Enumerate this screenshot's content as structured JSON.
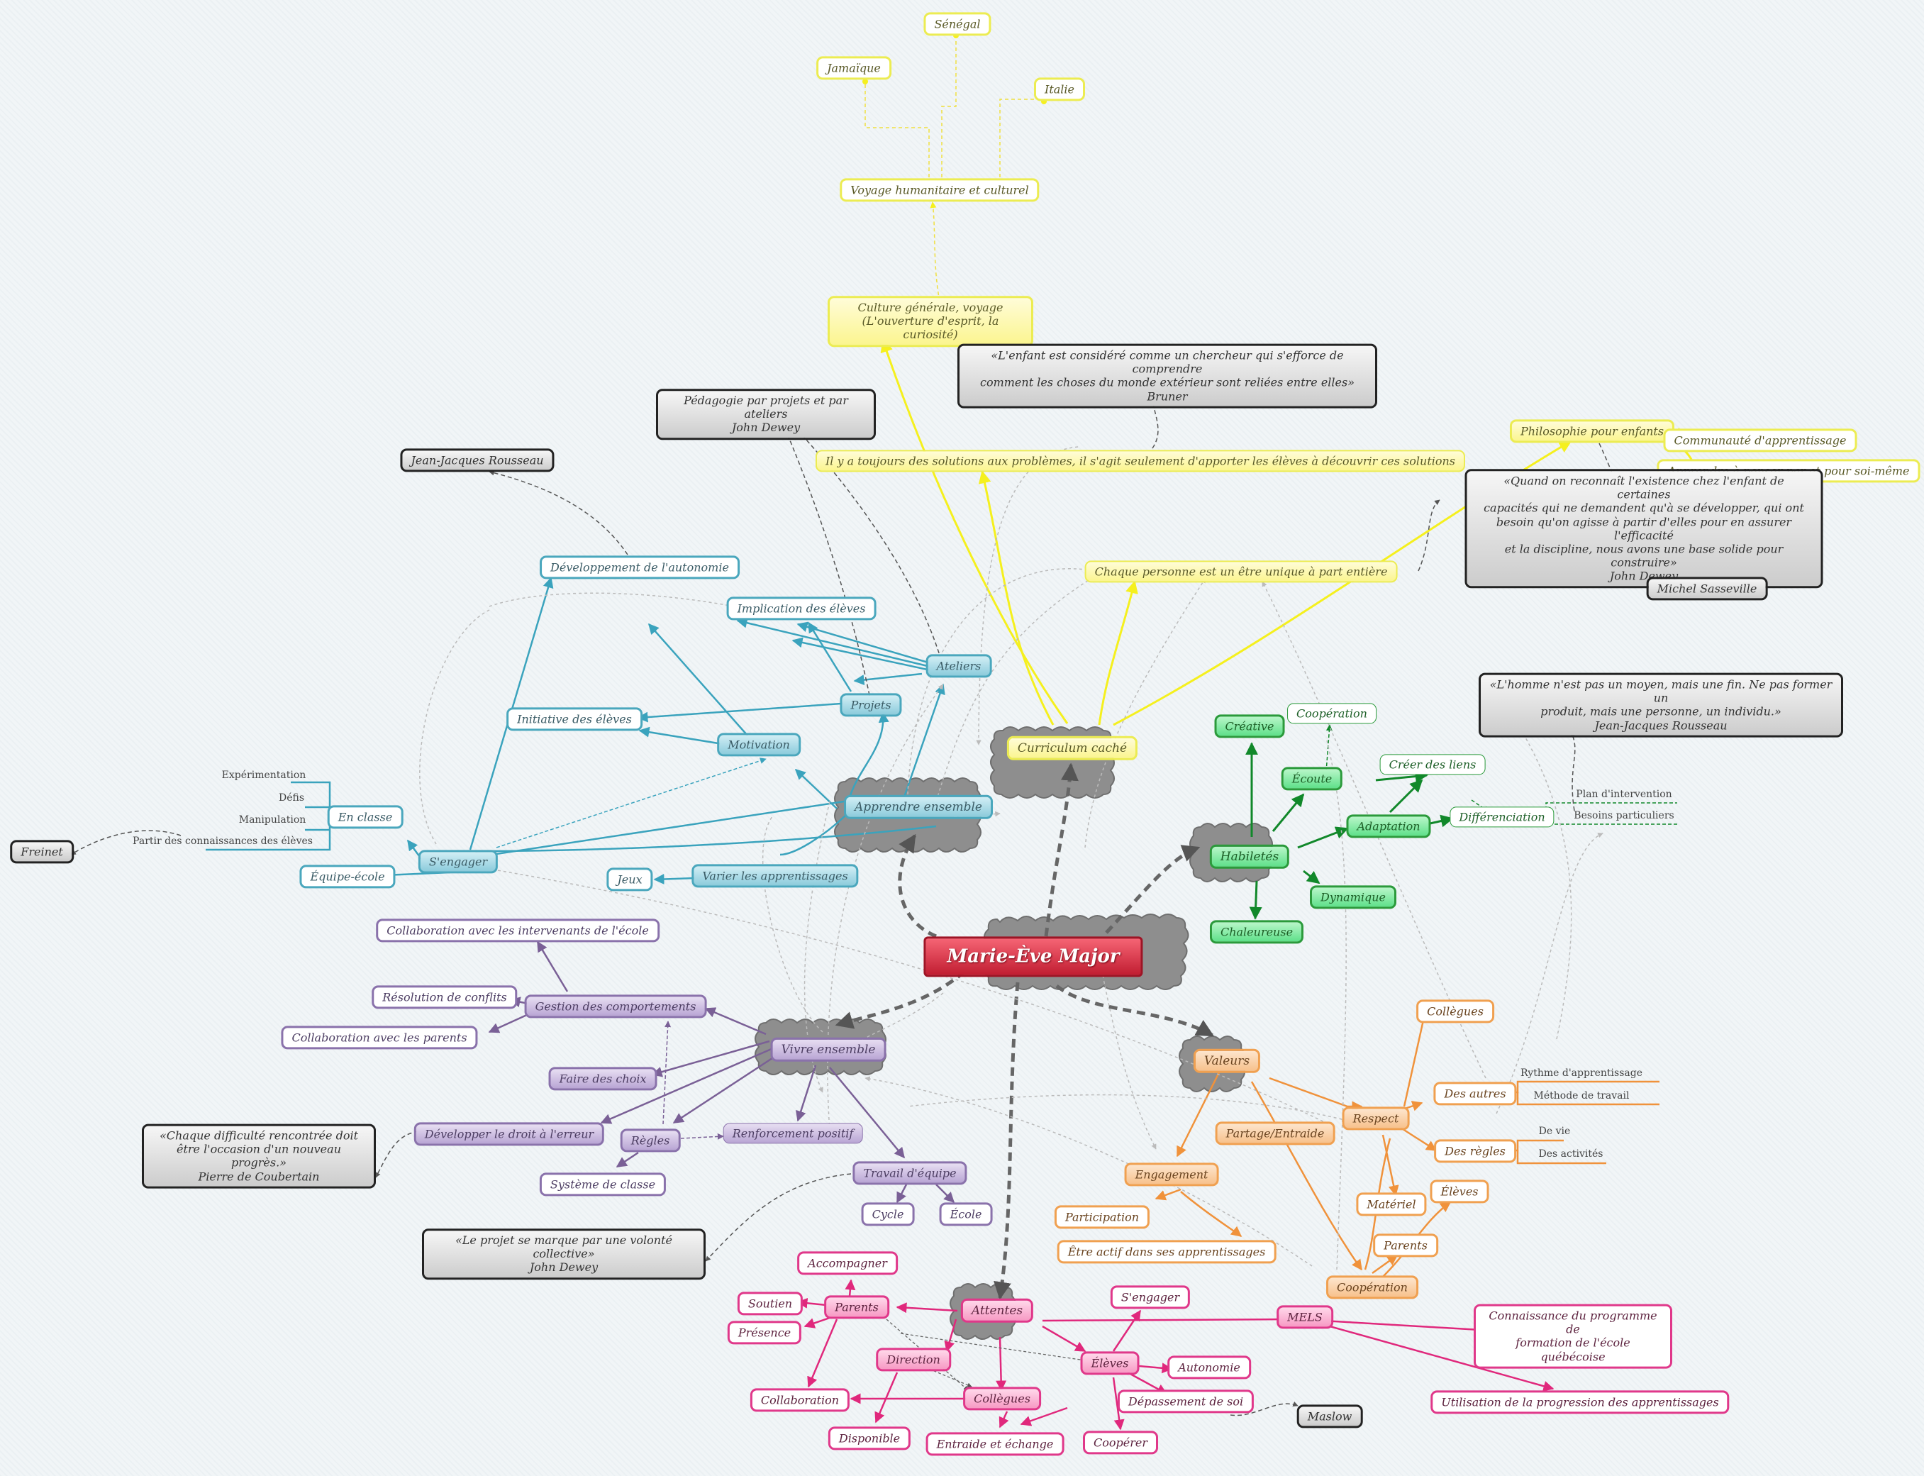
{
  "colors": {
    "cyan": "#4aa7bd",
    "yellow": "#f5f01e",
    "green": "#11882a",
    "orange": "#f0923b",
    "purple": "#7a6096",
    "pink": "#e0287c",
    "gray": "#555555"
  },
  "central": {
    "label": "Marie-Ève Major"
  },
  "branches": {
    "curriculum": "Curriculum caché",
    "apprendre": "Apprendre ensemble",
    "habiletes": "Habiletés",
    "vivre": "Vivre ensemble",
    "valeurs": "Valeurs",
    "attentes": "Attentes"
  },
  "yellow": {
    "senegal": "Sénégal",
    "jamaique": "Jamaïque",
    "italie": "Italie",
    "voyage": "Voyage humanitaire et culturel",
    "culture": [
      "Culture générale, voyage",
      "(L'ouverture d'esprit, la curiosité)"
    ],
    "solutions": "Il y a toujours des solutions aux problèmes, il s'agit seulement d'apporter les élèves à découvrir ces solutions",
    "unique": "Chaque personne est un être unique à part entière",
    "philo": "Philosophie pour enfants",
    "communaute": "Communauté d'apprentissage",
    "penser": "Apprendre à penser par et pour soi-même"
  },
  "quotes": {
    "bruner": [
      "«L'enfant est considéré comme un chercheur qui s'efforce de comprendre",
      "comment les choses du monde extérieur sont reliées entre elles»",
      "Bruner"
    ],
    "pedagogie": [
      "Pédagogie par projets et par ateliers",
      "John Dewey"
    ],
    "rousseau_name": "Jean-Jacques Rousseau",
    "dewey_capacites": [
      "«Quand on reconnaît l'existence chez l'enfant de certaines",
      "capacités qui ne demandent qu'à se développer, qui ont",
      "besoin qu'on agisse à partir d'elles pour en assurer l'efficacité",
      "et la discipline, nous avons une base solide pour construire»",
      "John Dewey"
    ],
    "sasseville": "Michel Sasseville",
    "rousseau_quote": [
      "«L'homme n'est pas un moyen, mais une fin. Ne pas former un",
      "produit, mais une personne, un individu.»",
      "Jean-Jacques Rousseau"
    ],
    "freinet": "Freinet",
    "coubertain": [
      "«Chaque difficulté rencontrée doit",
      "être l'occasion d'un nouveau progrès.»",
      "Pierre de Coubertain"
    ],
    "projet": [
      "«Le projet se marque par une volonté collective»",
      "John Dewey"
    ],
    "maslow": "Maslow"
  },
  "cyan": {
    "autonomie": "Développement de l'autonomie",
    "implication": "Implication des élèves",
    "ateliers": "Ateliers",
    "projets": "Projets",
    "initiative": "Initiative des élèves",
    "motivation": "Motivation",
    "en_classe": "En classe",
    "sengager": "S'engager",
    "equipe_ecole": "Équipe-école",
    "jeux": "Jeux",
    "varier": "Varier les apprentissages",
    "en_classe_items": [
      "Expérimentation",
      "Défis",
      "Manipulation",
      "Partir des connaissances des élèves"
    ]
  },
  "green": {
    "creative": "Créative",
    "cooperation": "Coopération",
    "ecoute": "Écoute",
    "liens": "Créer des liens",
    "adaptation": "Adaptation",
    "differenciation": "Différenciation",
    "dynamique": "Dynamique",
    "chaleureuse": "Chaleureuse",
    "diff_items": [
      "Plan d'intervention",
      "Besoins particuliers"
    ]
  },
  "purple": {
    "collab_interv": "Collaboration avec les intervenants de l'école",
    "resolution": "Résolution de conflits",
    "gestion": "Gestion des comportements",
    "collab_parents": "Collaboration avec les parents",
    "choix": "Faire des choix",
    "droit_erreur": "Développer le droit à l'erreur",
    "regles": "Règles",
    "renforcement": "Renforcement positif",
    "systeme": "Système de classe",
    "travail": "Travail d'équipe",
    "cycle": "Cycle",
    "ecole": "École"
  },
  "orange": {
    "collegues": "Collègues",
    "des_autres": "Des autres",
    "respect": "Respect",
    "partage": "Partage/Entraide",
    "des_regles": "Des règles",
    "engagement": "Engagement",
    "materiel": "Matériel",
    "eleves": "Élèves",
    "parents": "Parents",
    "participation": "Participation",
    "actif": "Être actif dans ses apprentissages",
    "cooperation": "Coopération",
    "autres_items": [
      "Rythme d'apprentissage",
      "Méthode de travail"
    ],
    "regles_items": [
      "De vie",
      "Des activités"
    ]
  },
  "pink": {
    "accompagner": "Accompagner",
    "soutien": "Soutien",
    "parents": "Parents",
    "presence": "Présence",
    "direction": "Direction",
    "collaboration": "Collaboration",
    "disponible": "Disponible",
    "collegues": "Collègues",
    "entraide": "Entraide et échange",
    "sengager": "S'engager",
    "eleves": "Élèves",
    "autonomie": "Autonomie",
    "depassement": "Dépassement de soi",
    "cooperer": "Coopérer",
    "mels": "MELS",
    "connaissance": [
      "Connaissance du programme de",
      "formation de l'école québécoise"
    ],
    "progression": "Utilisation de la progression des apprentissages"
  }
}
